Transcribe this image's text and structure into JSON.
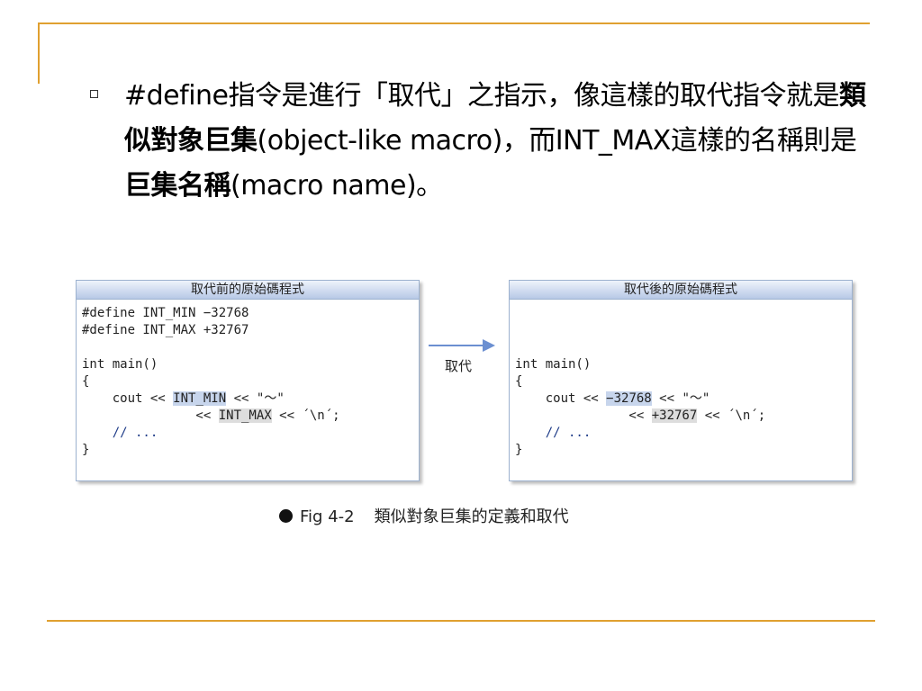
{
  "bullet": {
    "part1": "#define指令是進行「取代」之指示，像這樣的取代指令就是",
    "bold1": "類似對象巨集",
    "part2": "(object-like macro)，而INT_MAX這樣的名稱則是",
    "bold2": "巨集名稱",
    "part3": "(macro name)。"
  },
  "figure": {
    "before_title": "取代前的原始碼程式",
    "after_title": "取代後的原始碼程式",
    "arrow_label": "取代",
    "before_code": {
      "l1": "#define INT_MIN −32768",
      "l2": "#define INT_MAX +32767",
      "l4": "int main()",
      "l5": "{",
      "l6_pre": "    cout << ",
      "l6_hl": "INT_MIN",
      "l6_post": " << \"～\"",
      "l7_pre": "               << ",
      "l7_hl": "INT_MAX",
      "l7_post": " << ´\\n´;",
      "l8": "    // ...",
      "l9": "}"
    },
    "after_code": {
      "l4": "int main()",
      "l5": "{",
      "l6_pre": "    cout << ",
      "l6_hl": "−32768",
      "l6_post": " << \"～\"",
      "l7_pre": "               << ",
      "l7_hl": "+32767",
      "l7_post": " << ´\\n´;",
      "l8": "    // ...",
      "l9": "}"
    },
    "caption_label": "Fig 4-2",
    "caption_text": "類似對象巨集的定義和取代"
  },
  "colors": {
    "rule": "#e0a030",
    "panel_border": "#9db2cf",
    "highlight_before": "#c7d5ec",
    "highlight_after": "#dddddd",
    "arrow": "#6b8fd1"
  }
}
